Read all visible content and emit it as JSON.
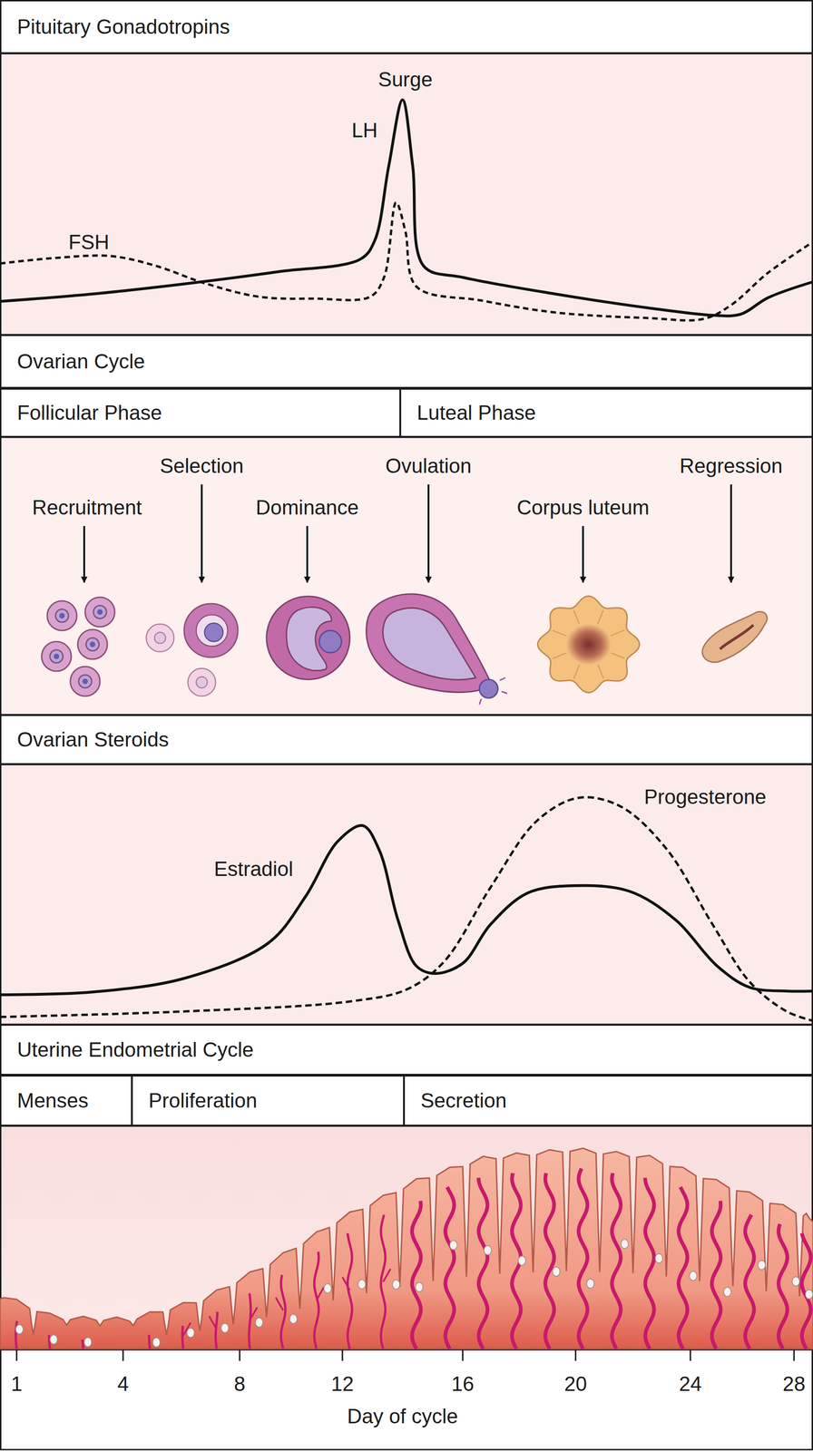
{
  "diagram": {
    "nodes": [
      {
        "text": [
          "Pituitary Gonadotropins"
        ]
      },
      {
        "text": [
          "Ovarian Cycle"
        ]
      },
      {
        "text": [
          "Follicular Phase"
        ]
      },
      {
        "text": [
          "Luteal Phase"
        ]
      },
      {
        "text": [
          "Ovarian Steroids"
        ]
      },
      {
        "text": [
          "Uterine Endometrial Cycle"
        ]
      },
      {
        "text": [
          "Menses"
        ]
      },
      {
        "text": [
          "Proliferation"
        ]
      },
      {
        "text": [
          "Secretion"
        ]
      }
    ],
    "labels": [
      "Surge",
      "LH",
      "FSH",
      "Recruitment",
      "Selection",
      "Dominance",
      "Ovulation",
      "Corpus luteum",
      "Regression",
      "Estradiol",
      "Progesterone",
      "1",
      "4",
      "8",
      "12",
      "16",
      "20",
      "24",
      "28",
      "Day of cycle"
    ]
  }
}
